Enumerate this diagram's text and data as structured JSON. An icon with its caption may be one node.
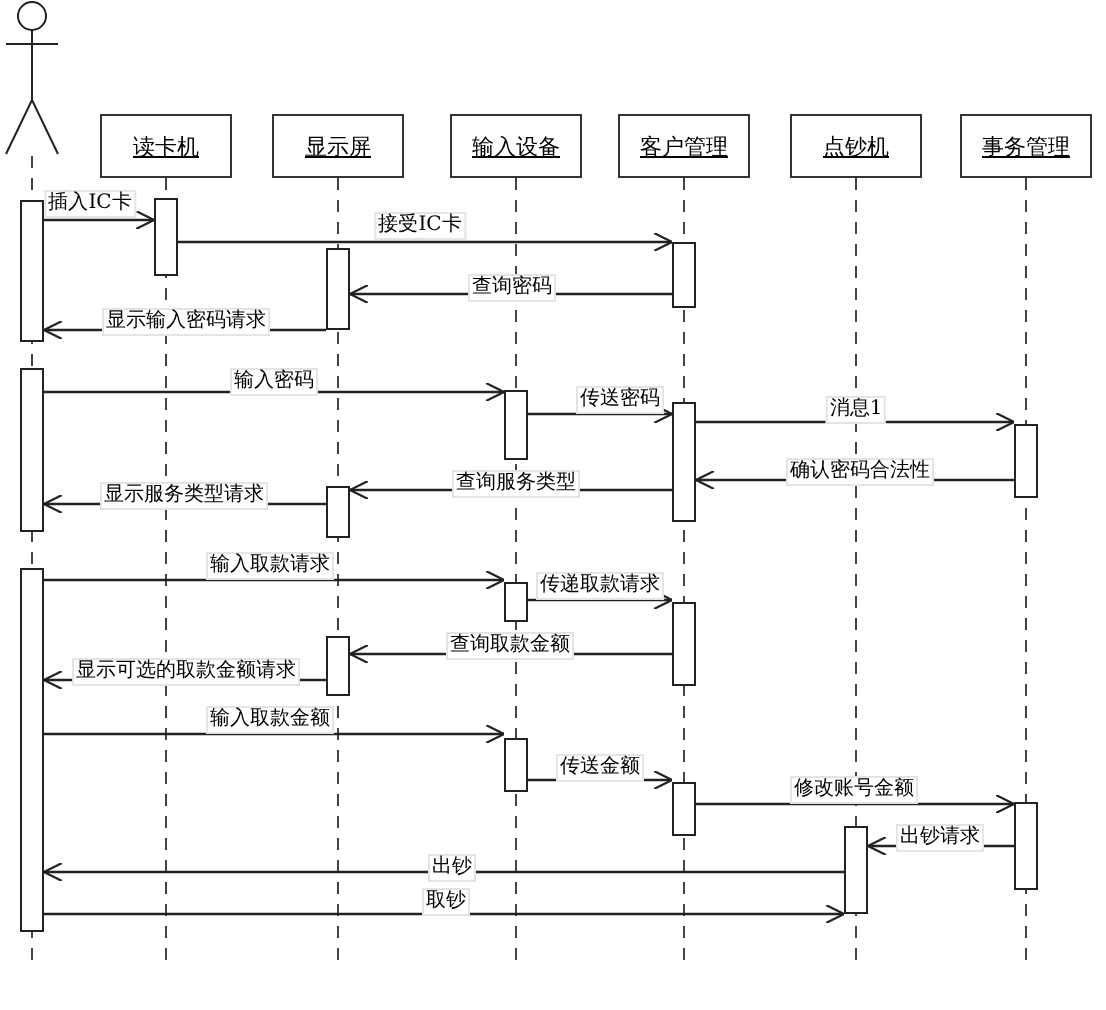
{
  "diagram": {
    "nodes": [
      {
        "text": [],
        "shape": "person"
      },
      {
        "text": [
          "读卡机"
        ]
      },
      {
        "text": [
          "显示屏"
        ]
      },
      {
        "text": [
          "输入设备"
        ]
      },
      {
        "text": [
          "客户管理"
        ]
      },
      {
        "text": [
          "点钞机"
        ]
      },
      {
        "text": [
          "事务管理"
        ]
      },
      {
        "text": [],
        "shape": "bar"
      },
      {
        "text": [],
        "shape": "bar"
      },
      {
        "text": [],
        "shape": "bar"
      },
      {
        "text": [],
        "shape": "bar"
      },
      {
        "text": [],
        "shape": "bar"
      },
      {
        "text": [],
        "shape": "bar"
      },
      {
        "text": [],
        "shape": "bar"
      },
      {
        "text": [],
        "shape": "bar"
      },
      {
        "text": [],
        "shape": "bar"
      },
      {
        "text": [],
        "shape": "bar"
      },
      {
        "text": [],
        "shape": "bar"
      },
      {
        "text": [],
        "shape": "bar"
      },
      {
        "text": [],
        "shape": "bar"
      },
      {
        "text": [],
        "shape": "bar"
      },
      {
        "text": [],
        "shape": "bar"
      },
      {
        "text": [],
        "shape": "bar"
      },
      {
        "text": [],
        "shape": "bar"
      }
    ],
    "edges": [
      {
        "from": 7,
        "to": 8,
        "arrow": "to",
        "label": "插入IC卡"
      },
      {
        "from": 8,
        "to": 10,
        "arrow": "to",
        "label": "接受IC卡"
      },
      {
        "from": 10,
        "to": 9,
        "arrow": "to",
        "label": "查询密码"
      },
      {
        "from": 9,
        "to": 7,
        "arrow": "to",
        "label": "显示输入密码请求"
      },
      {
        "from": 11,
        "to": 12,
        "arrow": "to",
        "label": "输入密码"
      },
      {
        "from": 12,
        "to": 13,
        "arrow": "to",
        "label": "传送密码"
      },
      {
        "from": 13,
        "to": 14,
        "arrow": "to",
        "label": "消息1"
      },
      {
        "from": 14,
        "to": 13,
        "arrow": "to",
        "label": "确认密码合法性"
      },
      {
        "from": 13,
        "to": 15,
        "arrow": "to",
        "label": "查询服务类型"
      },
      {
        "from": 15,
        "to": 11,
        "arrow": "to",
        "label": "显示服务类型请求"
      },
      {
        "from": 16,
        "to": 17,
        "arrow": "to",
        "label": "输入取款请求"
      },
      {
        "from": 17,
        "to": 18,
        "arrow": "to",
        "label": "传递取款请求"
      },
      {
        "from": 18,
        "to": 19,
        "arrow": "to",
        "label": "查询取款金额"
      },
      {
        "from": 19,
        "to": 16,
        "arrow": "to",
        "label": "显示可选的取款金额请求"
      },
      {
        "from": 16,
        "to": 20,
        "arrow": "to",
        "label": "输入取款金额"
      },
      {
        "from": 20,
        "to": 21,
        "arrow": "to",
        "label": "传送金额"
      },
      {
        "from": 21,
        "to": 22,
        "arrow": "to",
        "label": "修改账号金额"
      },
      {
        "from": 22,
        "to": 23,
        "arrow": "to",
        "label": "出钞请求"
      },
      {
        "from": 23,
        "to": 16,
        "arrow": "to",
        "label": "出钞"
      },
      {
        "from": 16,
        "to": 23,
        "arrow": "to",
        "label": "取钞"
      }
    ]
  }
}
